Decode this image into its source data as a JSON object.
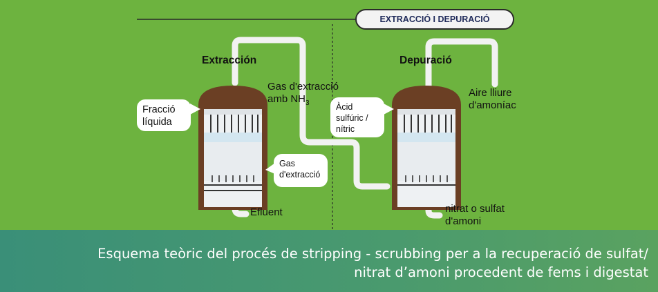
{
  "header": {
    "title": "EXTRACCIÓ I DEPURACIÓ"
  },
  "stages": {
    "extraction": {
      "title": "Extracción",
      "gas_out_line1": "Gas d'extracció",
      "gas_out_line2": "amb NH",
      "gas_out_sub": "3",
      "input_bubble_line1": "Fracció",
      "input_bubble_line2": "líquida",
      "gas_in_line1": "Gas",
      "gas_in_line2": "d'extracció",
      "output": "Efluent"
    },
    "depuration": {
      "title": "Depuració",
      "air_line1": "Aire lliure",
      "air_line2": "d'amoníac",
      "acid_line1": "Àcid",
      "acid_line2": "sulfúric /",
      "acid_line3": "nítric",
      "output_line1": "nitrat o sulfat",
      "output_line2": "d'amoni"
    }
  },
  "caption": {
    "line1": "Esquema teòric del procés de stripping - scrubbing per a la recuperació de sulfat/",
    "line2": "nitrat d’amoni procedent de fems i digestat"
  },
  "colors": {
    "background": "#6db33f",
    "panel": "#6fb340",
    "tank_dome": "#6b3f24",
    "tank_wall": "#6b3f24",
    "pipe": "#f0f0f0",
    "caption_band": "#3a8f78"
  }
}
